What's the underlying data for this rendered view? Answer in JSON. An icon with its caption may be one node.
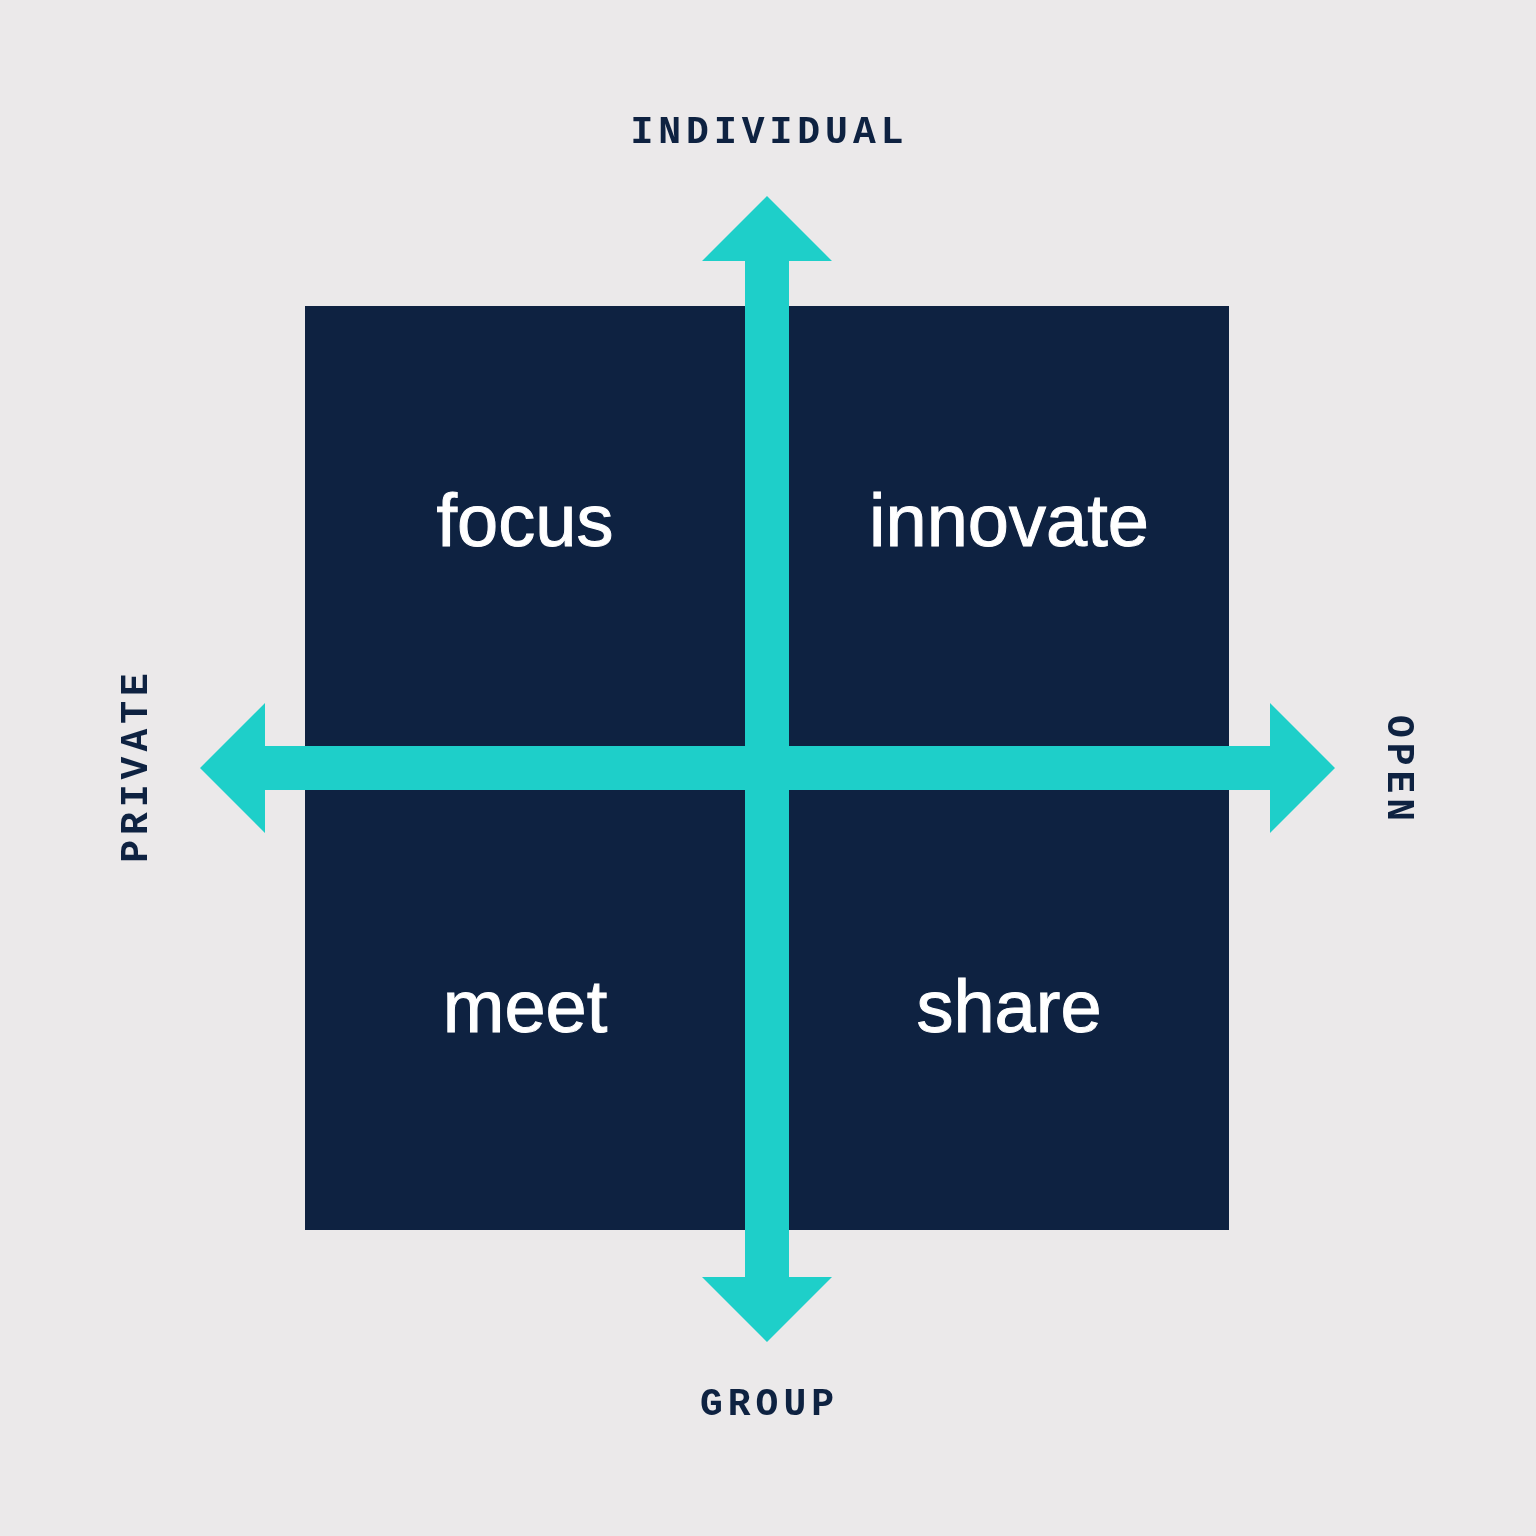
{
  "diagram": {
    "nodes": [
      {
        "text": [
          "INDIVIDUAL"
        ]
      },
      {
        "text": [
          "focus"
        ]
      },
      {
        "text": [
          "innovate"
        ]
      },
      {
        "text": [
          "PRIVATE"
        ]
      },
      {
        "text": [
          "OPEN"
        ]
      },
      {
        "text": [
          "meet"
        ]
      },
      {
        "text": [
          "share"
        ]
      },
      {
        "text": [
          "GROUP"
        ]
      }
    ],
    "edges": [
      {
        "from": 0,
        "to": 7,
        "arrow": "both"
      },
      {
        "from": 3,
        "to": 4,
        "arrow": "both"
      }
    ]
  }
}
